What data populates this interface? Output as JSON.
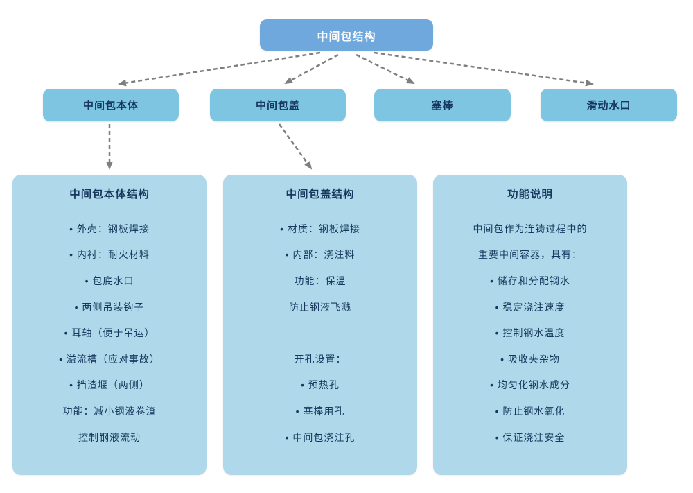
{
  "root": {
    "label": "中间包结构"
  },
  "level2": [
    {
      "label": "中间包本体"
    },
    {
      "label": "中间包盖"
    },
    {
      "label": "塞棒"
    },
    {
      "label": "滑动水口"
    }
  ],
  "panels": [
    {
      "title": "中间包本体结构",
      "lines": [
        "• 外壳：钢板焊接",
        "• 内衬：耐火材料",
        "• 包底水口",
        "• 两侧吊装钩子",
        "• 耳轴（便于吊运）",
        "• 溢流槽（应对事故）",
        "• 挡渣堰（两侧）",
        "功能：减小钢液卷渣",
        "控制钢液流动"
      ]
    },
    {
      "title": "中间包盖结构",
      "lines": [
        "• 材质：钢板焊接",
        "• 内部：浇注料",
        "功能：保温",
        "防止钢液飞溅",
        "",
        "开孔设置：",
        "• 预热孔",
        "• 塞棒用孔",
        "• 中间包浇注孔"
      ]
    },
    {
      "title": "功能说明",
      "lines": [
        "中间包作为连铸过程中的",
        "重要中间容器，具有：",
        "• 储存和分配钢水",
        "• 稳定浇注速度",
        "• 控制钢水温度",
        "• 吸收夹杂物",
        "• 均匀化钢水成分",
        "• 防止钢水氧化",
        "• 保证浇注安全"
      ]
    }
  ],
  "colors": {
    "root_box": "#6FA8DC",
    "child_box": "#7EC5E2",
    "panel": "#AFD9EA",
    "text_dark": "#17375E",
    "text_white": "#FFFFFF",
    "arrow": "#7F7F7F"
  }
}
